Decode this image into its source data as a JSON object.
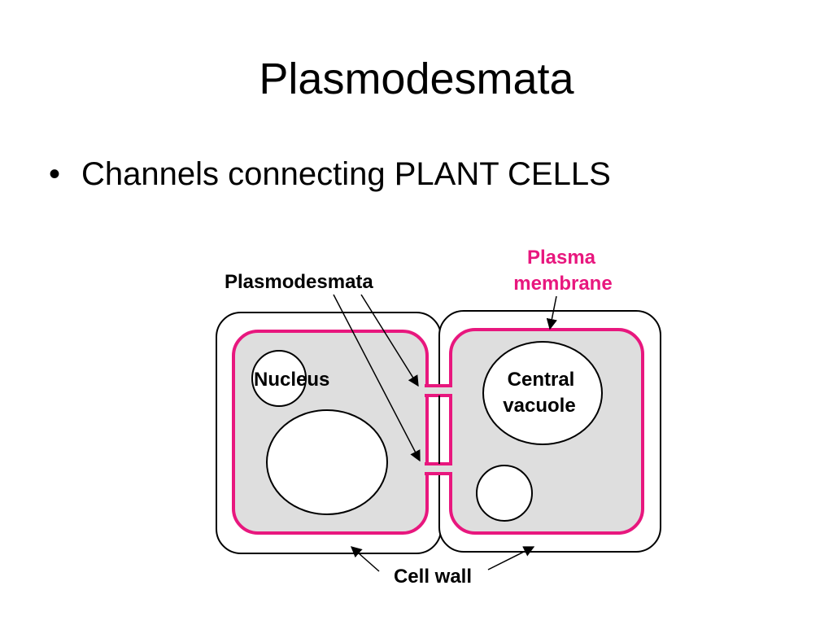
{
  "slide": {
    "title": "Plasmodesmata",
    "bullets": [
      {
        "mark": "•",
        "text": "Channels connecting PLANT CELLS"
      }
    ]
  },
  "diagram": {
    "labels": {
      "plasmodesmata": "Plasmodesmata",
      "plasma_membrane_line1": "Plasma",
      "plasma_membrane_line2": "membrane",
      "nucleus": "Nucleus",
      "central_vacuole_line1": "Central",
      "central_vacuole_line2": "vacuole",
      "cell_wall": "Cell wall"
    },
    "colors": {
      "membrane": "#e8177e",
      "cytoplasm": "#dedede",
      "wall": "#ffffff",
      "outline": "#000000",
      "membrane_label": "#e8177e"
    }
  }
}
